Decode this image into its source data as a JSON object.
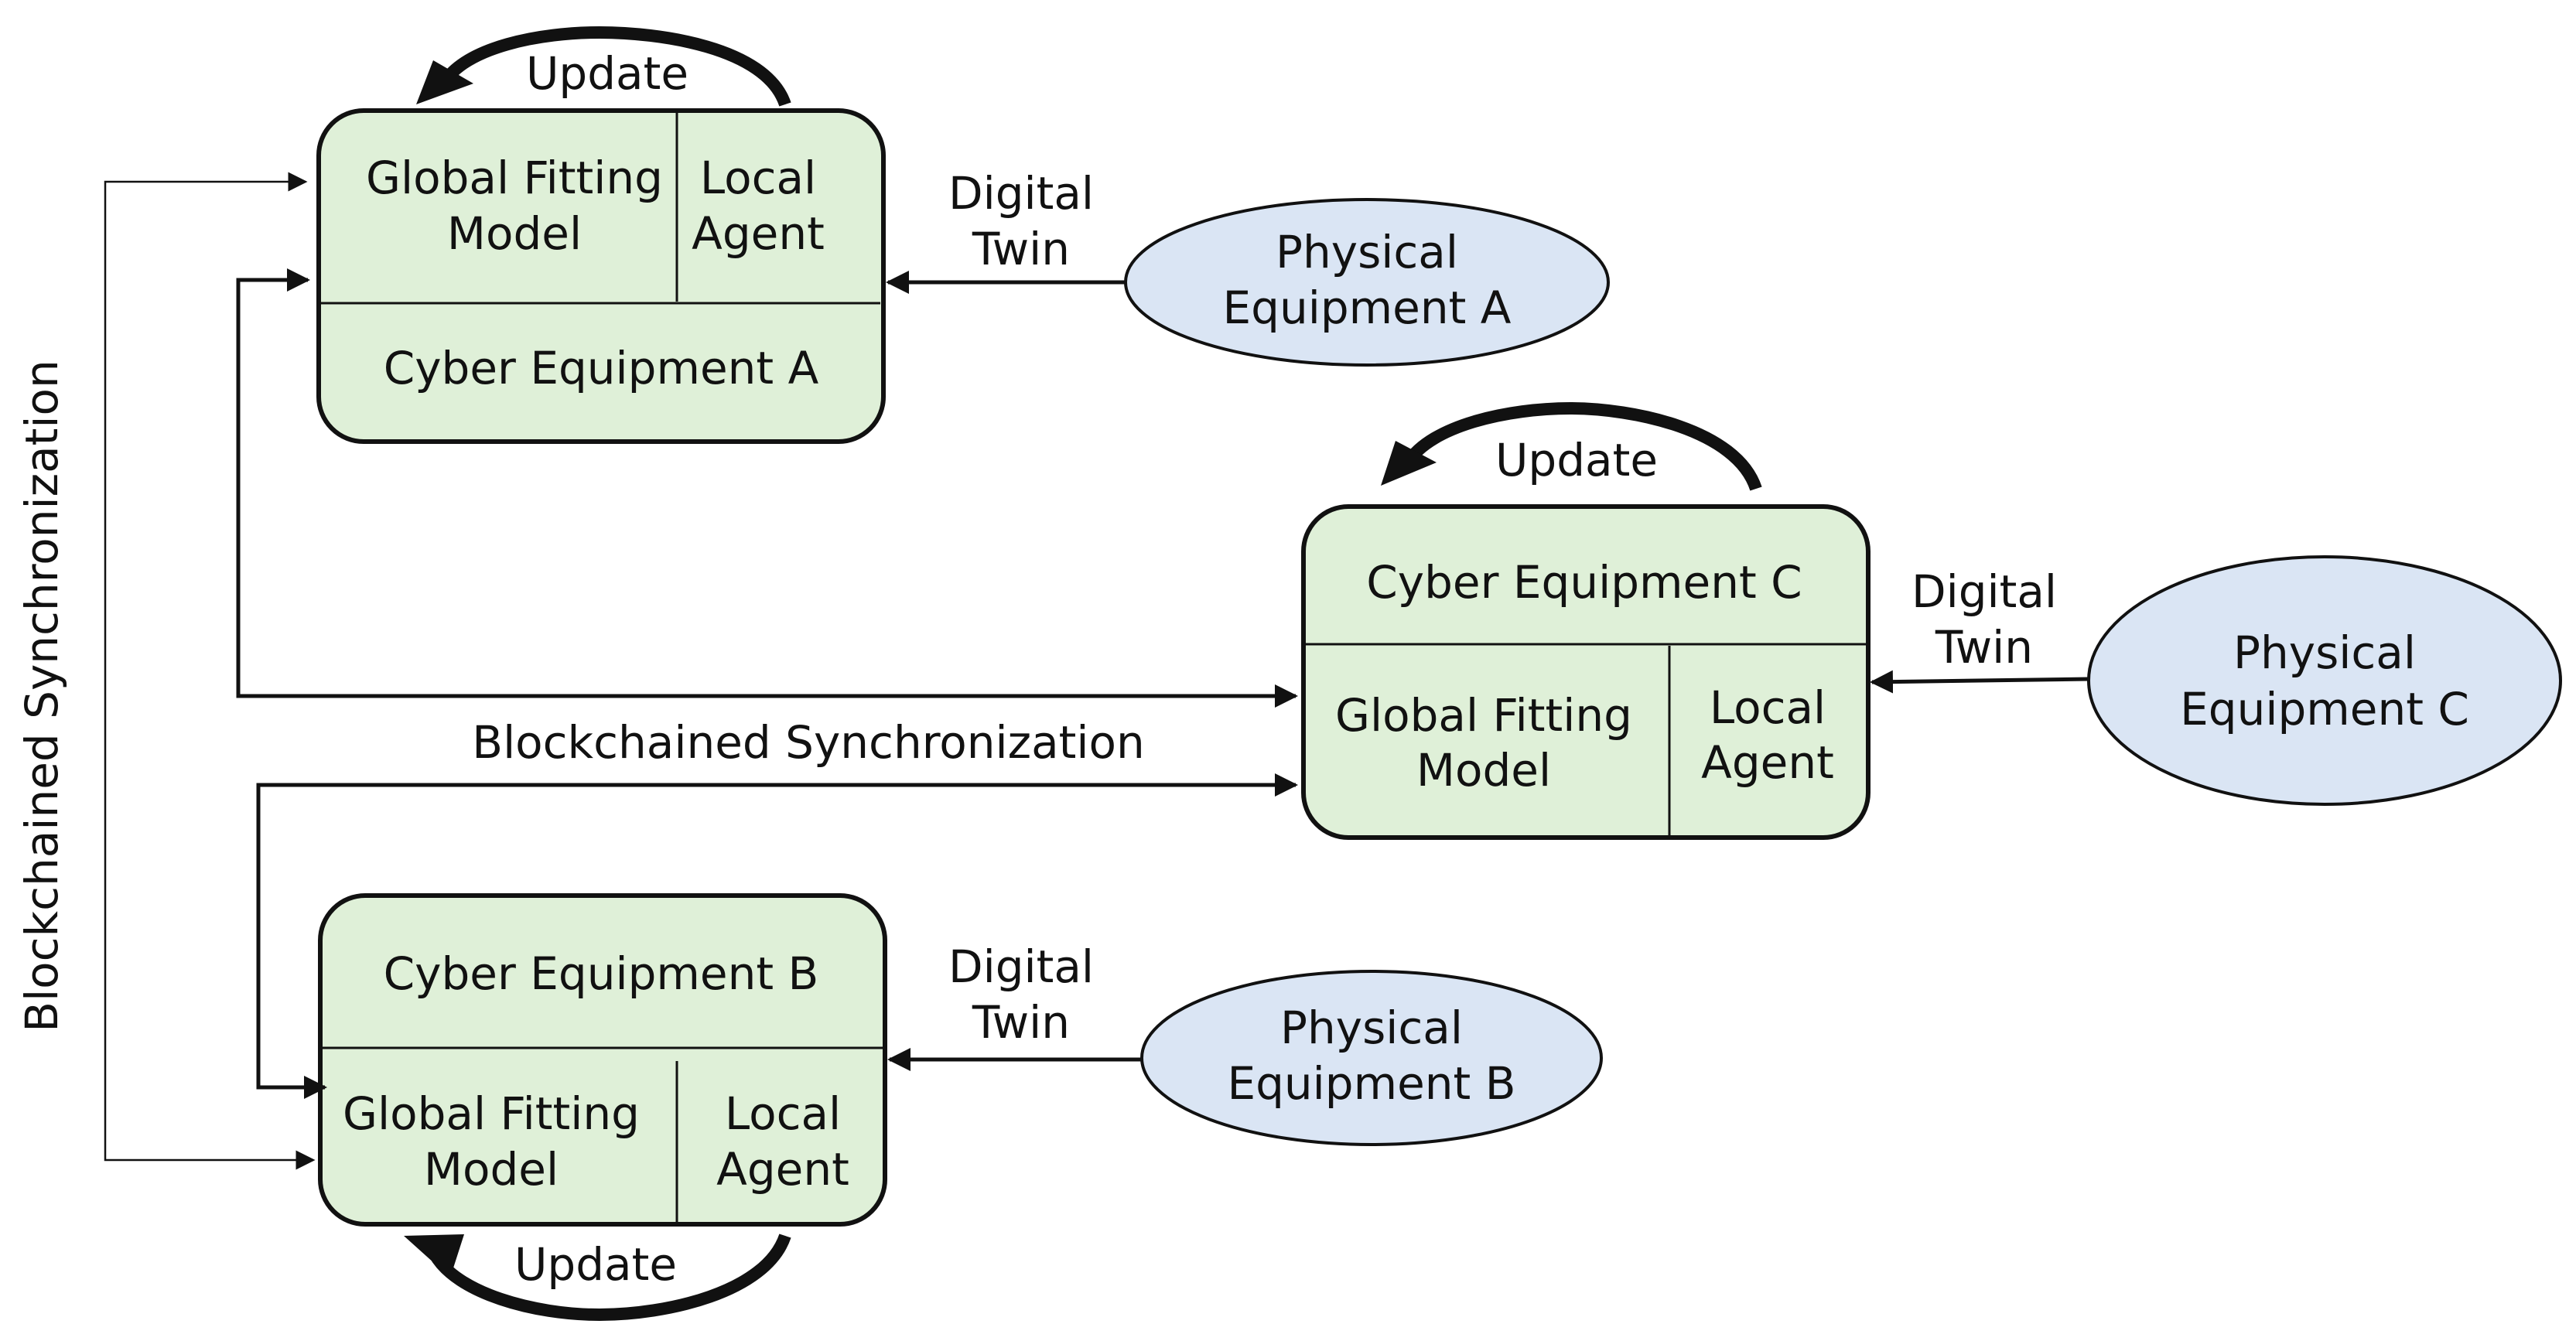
{
  "colors": {
    "cyber_fill": "#dff0d8",
    "physical_fill": "#dae5f4",
    "stroke": "#111111"
  },
  "labels": {
    "update": "Update",
    "digital_twin_line1": "Digital",
    "digital_twin_line2": "Twin",
    "sync_horizontal": "Blockchained Synchronization",
    "sync_vertical": "Blockchained Synchronization"
  },
  "cyber_a": {
    "title": "Cyber Equipment A",
    "model_line1": "Global Fitting",
    "model_line2": "Model",
    "agent_line1": "Local",
    "agent_line2": "Agent"
  },
  "cyber_b": {
    "title": "Cyber Equipment B",
    "model_line1": "Global Fitting",
    "model_line2": "Model",
    "agent_line1": "Local",
    "agent_line2": "Agent"
  },
  "cyber_c": {
    "title": "Cyber Equipment C",
    "model_line1": "Global Fitting",
    "model_line2": "Model",
    "agent_line1": "Local",
    "agent_line2": "Agent"
  },
  "physical_a": {
    "line1": "Physical",
    "line2": "Equipment A"
  },
  "physical_b": {
    "line1": "Physical",
    "line2": "Equipment B"
  },
  "physical_c": {
    "line1": "Physical",
    "line2": "Equipment C"
  }
}
